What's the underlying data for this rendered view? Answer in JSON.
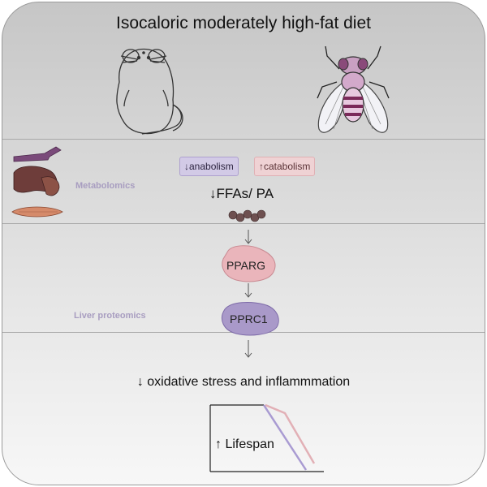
{
  "title": "Isocaloric moderately high-fat diet",
  "labels": {
    "metabolomics": "Metabolomics",
    "liver_proteomics": "Liver proteomics"
  },
  "metabolism": {
    "anabolism": "↓anabolism",
    "catabolism": "↑catabolism"
  },
  "ffa": "↓FFAs/ PA",
  "proteins": {
    "pparg": "PPARG",
    "pprc1": "PPRC1"
  },
  "outcome": {
    "oxidative": "↓ oxidative stress and inflammmation",
    "lifespan": "↑ Lifespan"
  },
  "icons": [
    "mouse-icon",
    "fly-icon",
    "blood-vessel-icon",
    "liver-icon",
    "muscle-icon",
    "fatty-acid-molecule-icon"
  ],
  "colors": {
    "anabolism_fill": "#d2cae6",
    "catabolism_fill": "#efd2d4",
    "pparg_fill": "#eab5bb",
    "pprc1_fill": "#a999c9",
    "line_purple": "#a99bd2",
    "line_pink": "#e2b0b6"
  }
}
